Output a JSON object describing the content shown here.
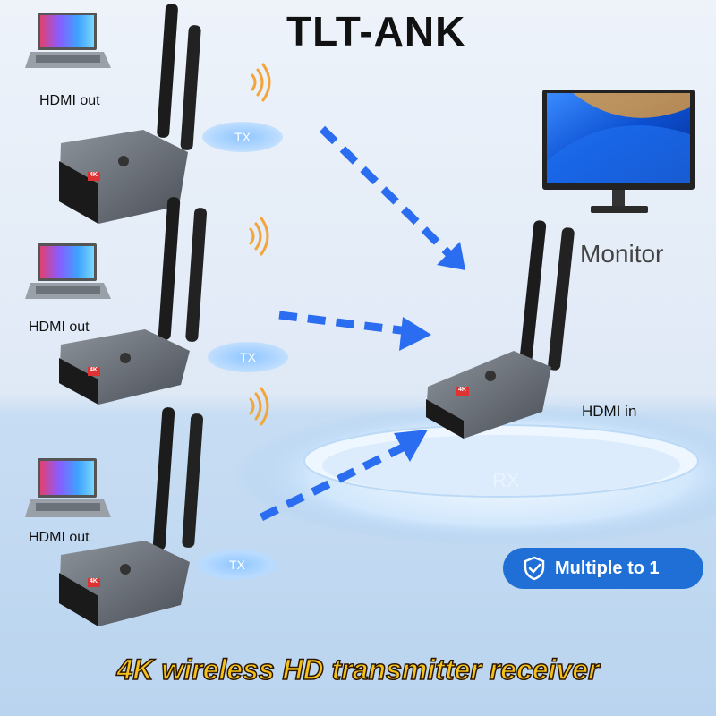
{
  "brand": "TLT-ANK",
  "transmitters": [
    {
      "source_label": "HDMI out",
      "tx_label": "TX"
    },
    {
      "source_label": "HDMI out",
      "tx_label": "TX"
    },
    {
      "source_label": "HDMI out",
      "tx_label": "TX"
    }
  ],
  "monitor_label": "Monitor",
  "receiver": {
    "input_label": "HDMI in",
    "rx_label": "RX",
    "badge_text": "4K"
  },
  "device_badge": "4K",
  "mode_badge": {
    "label": "Multiple to 1",
    "icon": "shield-check-icon"
  },
  "bottom_title": "4K wireless HD transmitter receiver",
  "colors": {
    "accent": "#1f6fd6",
    "arrow": "#2a6df0",
    "signal": "#f4a53a",
    "title_fill": "#f4c21a"
  }
}
